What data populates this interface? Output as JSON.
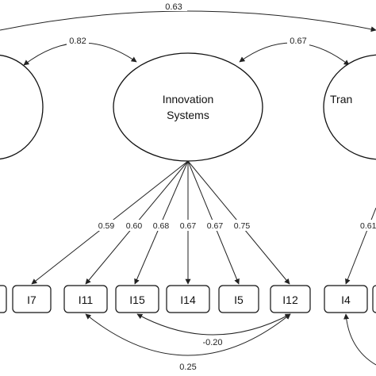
{
  "latent_factors": [
    {
      "label": ""
    },
    {
      "label_line1": "Innovation",
      "label_line2": "Systems"
    },
    {
      "label": "Tran"
    }
  ],
  "correlations": {
    "outer_top": "0.63",
    "left_mid": "0.82",
    "mid_right": "0.67",
    "residual_i11_i12": "0.25",
    "residual_i15_i12": "-0.20"
  },
  "indicators": [
    "I7",
    "I11",
    "I15",
    "I14",
    "I5",
    "I12",
    "I4"
  ],
  "loadings": [
    "0.59",
    "0.60",
    "0.68",
    "0.67",
    "0.67",
    "0.75"
  ],
  "right_loading_partial": "0.61"
}
